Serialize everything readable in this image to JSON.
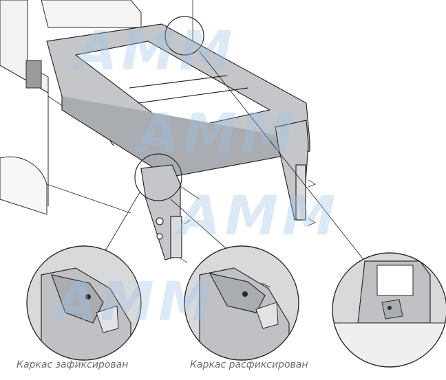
{
  "captions": {
    "locked": "Каркас зафиксирован",
    "unlocked": "Каркас расфиксирован"
  },
  "watermark": {
    "text": "AMM"
  },
  "colors": {
    "frame": "#c4c6c9",
    "frame_dark": "#a9acb0",
    "outline": "#2b2b2b",
    "cabinet": "#ffffff",
    "detail_bg": "#d8d9db",
    "watermark": "#9ec4ea",
    "caption": "#6d6d6d"
  }
}
